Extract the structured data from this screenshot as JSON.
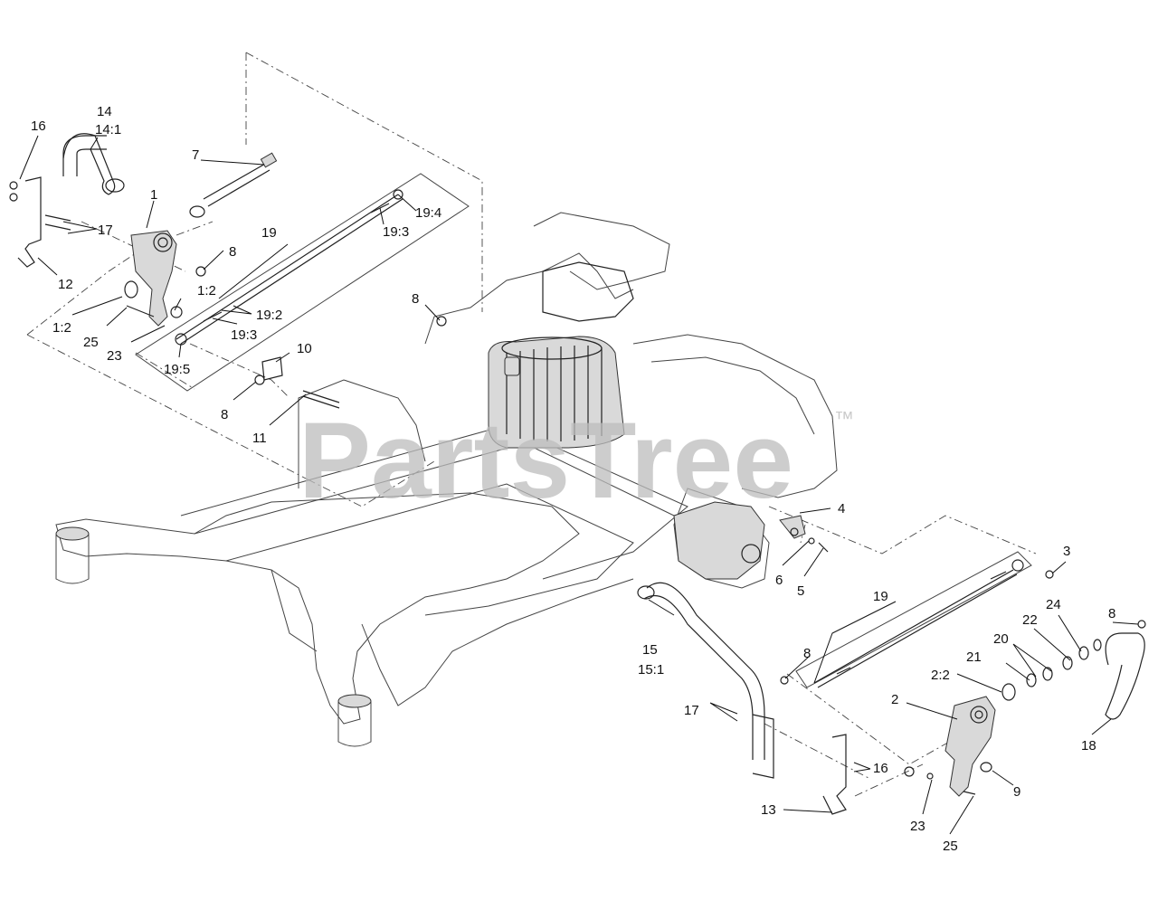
{
  "watermark": {
    "text": "PartsTree",
    "trademark": "™"
  },
  "callouts": [
    {
      "id": "c1",
      "label": "16"
    },
    {
      "id": "c2",
      "label": "14"
    },
    {
      "id": "c3",
      "label": "14:1"
    },
    {
      "id": "c4",
      "label": "7"
    },
    {
      "id": "c5",
      "label": "1"
    },
    {
      "id": "c6",
      "label": "17"
    },
    {
      "id": "c7",
      "label": "19"
    },
    {
      "id": "c8",
      "label": "19:4"
    },
    {
      "id": "c9",
      "label": "19:3"
    },
    {
      "id": "c10",
      "label": "8"
    },
    {
      "id": "c11",
      "label": "12"
    },
    {
      "id": "c12",
      "label": "1:2"
    },
    {
      "id": "c13",
      "label": "1:2"
    },
    {
      "id": "c14",
      "label": "19:2"
    },
    {
      "id": "c15",
      "label": "25"
    },
    {
      "id": "c16",
      "label": "19:3"
    },
    {
      "id": "c17",
      "label": "23"
    },
    {
      "id": "c18",
      "label": "8"
    },
    {
      "id": "c19",
      "label": "19:5"
    },
    {
      "id": "c20",
      "label": "10"
    },
    {
      "id": "c21",
      "label": "8"
    },
    {
      "id": "c22",
      "label": "11"
    },
    {
      "id": "c23",
      "label": "4"
    },
    {
      "id": "c24",
      "label": "6"
    },
    {
      "id": "c25",
      "label": "5"
    },
    {
      "id": "c26",
      "label": "3"
    },
    {
      "id": "c27",
      "label": "19"
    },
    {
      "id": "c28",
      "label": "24"
    },
    {
      "id": "c29",
      "label": "8"
    },
    {
      "id": "c30",
      "label": "22"
    },
    {
      "id": "c31",
      "label": "15"
    },
    {
      "id": "c32",
      "label": "15:1"
    },
    {
      "id": "c33",
      "label": "8"
    },
    {
      "id": "c34",
      "label": "20"
    },
    {
      "id": "c35",
      "label": "21"
    },
    {
      "id": "c36",
      "label": "2:2"
    },
    {
      "id": "c37",
      "label": "2"
    },
    {
      "id": "c38",
      "label": "17"
    },
    {
      "id": "c39",
      "label": "18"
    },
    {
      "id": "c40",
      "label": "16"
    },
    {
      "id": "c41",
      "label": "9"
    },
    {
      "id": "c42",
      "label": "13"
    },
    {
      "id": "c43",
      "label": "23"
    },
    {
      "id": "c44",
      "label": "25"
    }
  ]
}
